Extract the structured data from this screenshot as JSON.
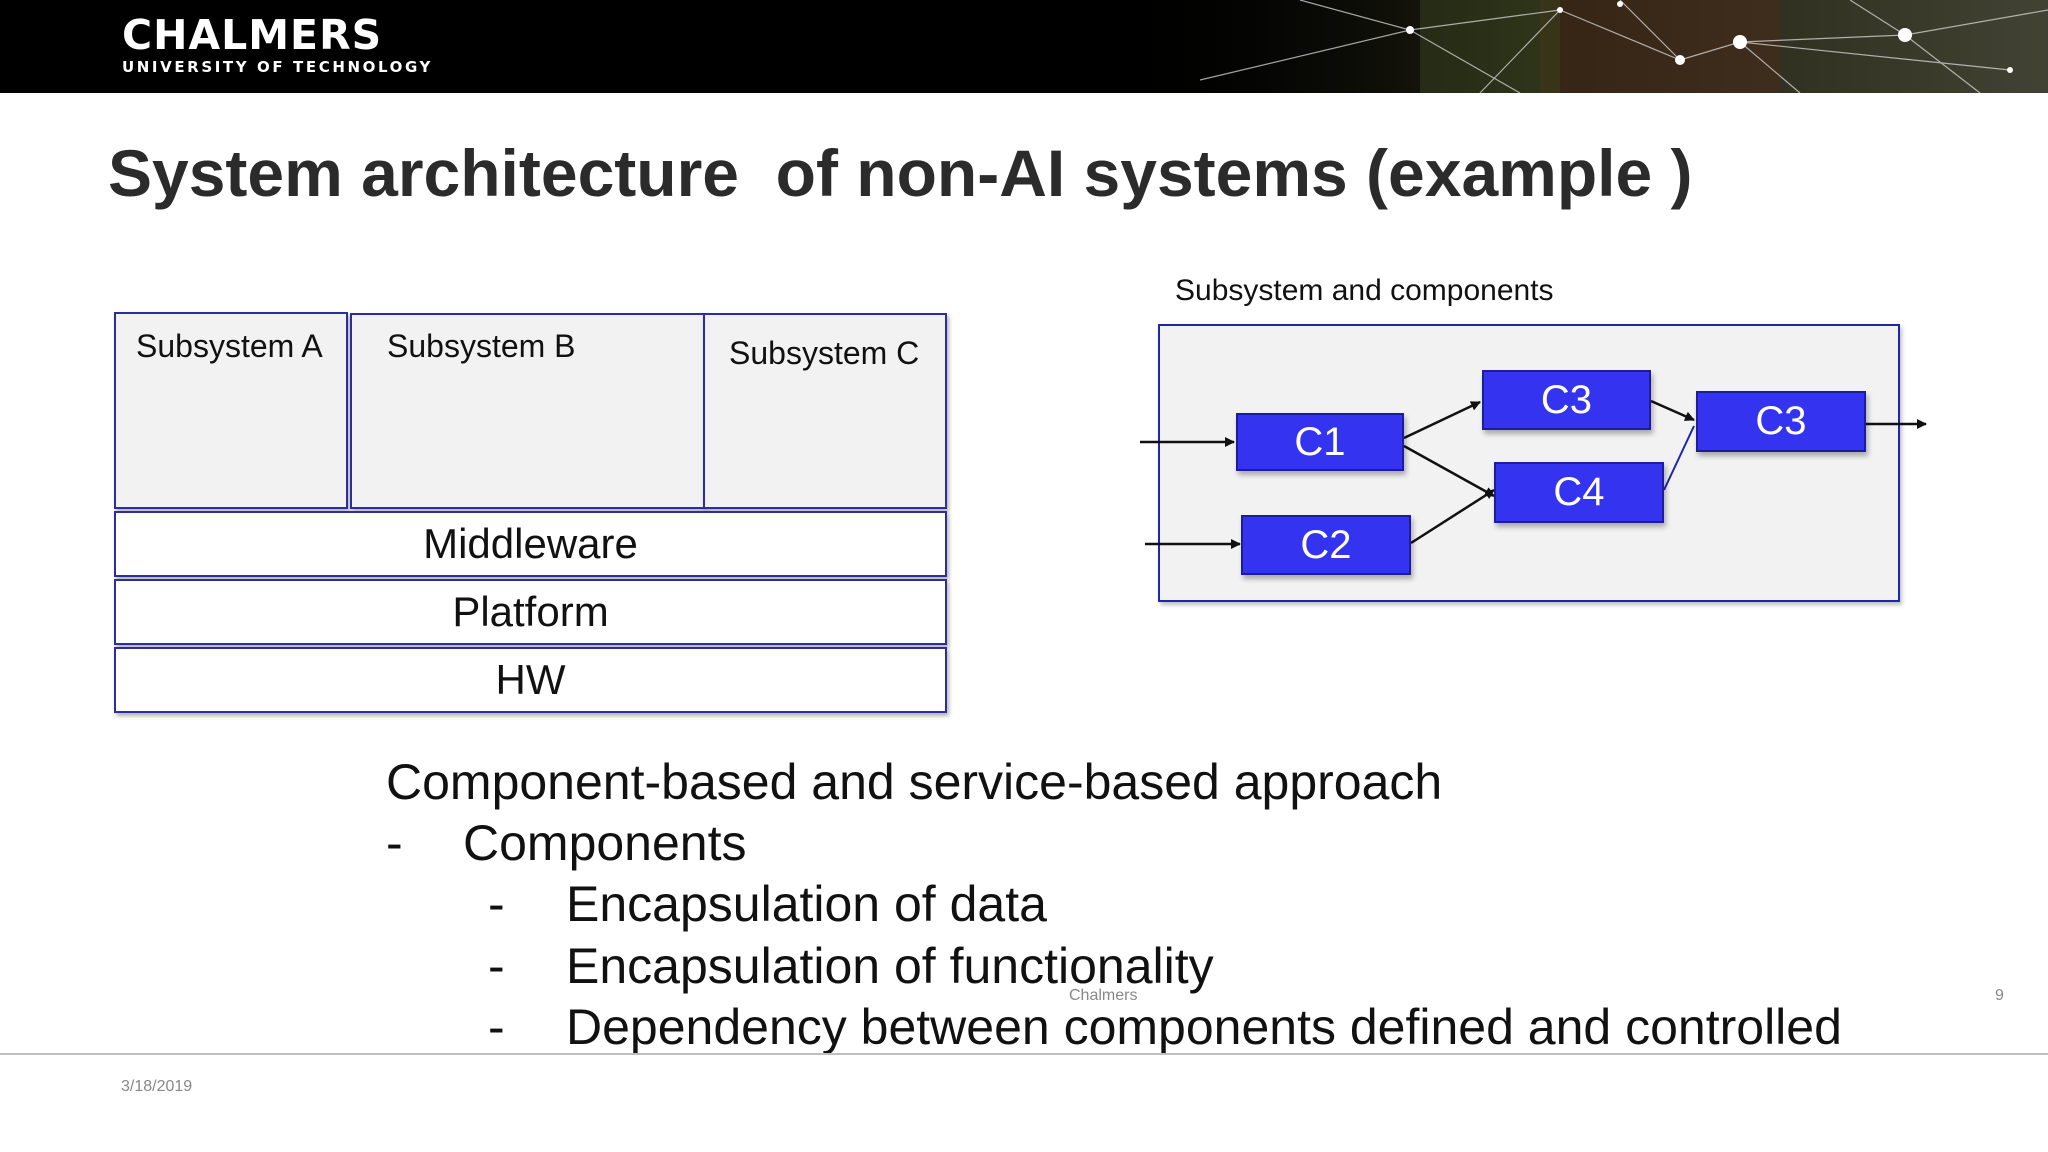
{
  "header": {
    "logo_name": "CHALMERS",
    "logo_subtitle": "UNIVERSITY OF TECHNOLOGY"
  },
  "slide": {
    "title": "System architecture  of non-AI systems (example )"
  },
  "architecture": {
    "subsystems": [
      "Subsystem A",
      "Subsystem B",
      "Subsystem C"
    ],
    "layers": [
      "Middleware",
      "Platform",
      "HW"
    ]
  },
  "component_diagram": {
    "caption": "Subsystem and components",
    "components": {
      "c1": "C1",
      "c2": "C2",
      "c3_top": "C3",
      "c4": "C4",
      "c3_right": "C3"
    }
  },
  "body": {
    "heading": "Component-based and service-based approach",
    "bullet_dash": "-",
    "level1": "Components",
    "level2": [
      "Encapsulation of data",
      "Encapsulation of functionality",
      "Dependency between components defined and controlled"
    ]
  },
  "footer": {
    "date": "3/18/2019",
    "center": "Chalmers",
    "page": "9"
  },
  "colors": {
    "component_fill": "#3333f0",
    "box_border": "#2d2d9e",
    "header_bg": "#000000"
  }
}
